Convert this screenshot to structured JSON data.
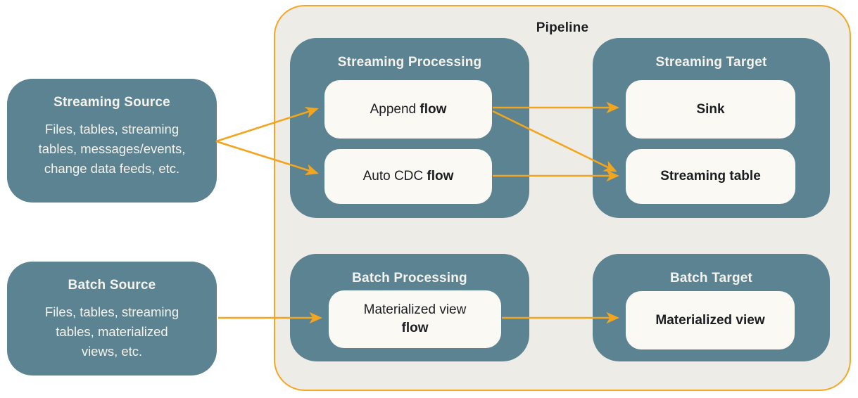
{
  "pipeline": {
    "title": "Pipeline"
  },
  "sources": [
    {
      "title": "Streaming Source",
      "description": "Files, tables, streaming tables, messages/events, change data feeds, etc."
    },
    {
      "title": "Batch Source",
      "description": "Files, tables, streaming tables, materialized views, etc."
    }
  ],
  "groups": [
    {
      "title": "Streaming Processing",
      "nodes": [
        {
          "regular": "Append",
          "bold": "flow"
        },
        {
          "regular": "Auto CDC",
          "bold": "flow"
        }
      ]
    },
    {
      "title": "Streaming Target",
      "nodes": [
        {
          "regular": "",
          "bold": "Sink"
        },
        {
          "regular": "",
          "bold": "Streaming table"
        }
      ]
    },
    {
      "title": "Batch Processing",
      "nodes": [
        {
          "regular": "Materialized view",
          "bold": "flow"
        }
      ]
    },
    {
      "title": "Batch Target",
      "nodes": [
        {
          "regular": "",
          "bold": "Materialized view"
        }
      ]
    }
  ],
  "arrows": [
    {
      "from": "Streaming Source",
      "to": "Append flow"
    },
    {
      "from": "Streaming Source",
      "to": "Auto CDC flow"
    },
    {
      "from": "Append flow",
      "to": "Sink"
    },
    {
      "from": "Append flow",
      "to": "Streaming table"
    },
    {
      "from": "Auto CDC flow",
      "to": "Streaming table"
    },
    {
      "from": "Batch Source",
      "to": "Materialized view flow"
    },
    {
      "from": "Materialized view flow",
      "to": "Materialized view"
    }
  ],
  "colors": {
    "teal": "#5B8391",
    "node_bg": "#FAF9F4",
    "pipeline_fill": "#EDECE7",
    "pipeline_border": "#F5A623",
    "arrow": "#F2A51D",
    "dark_text": "#1B1D20",
    "light_text": "#F5F3EE"
  }
}
